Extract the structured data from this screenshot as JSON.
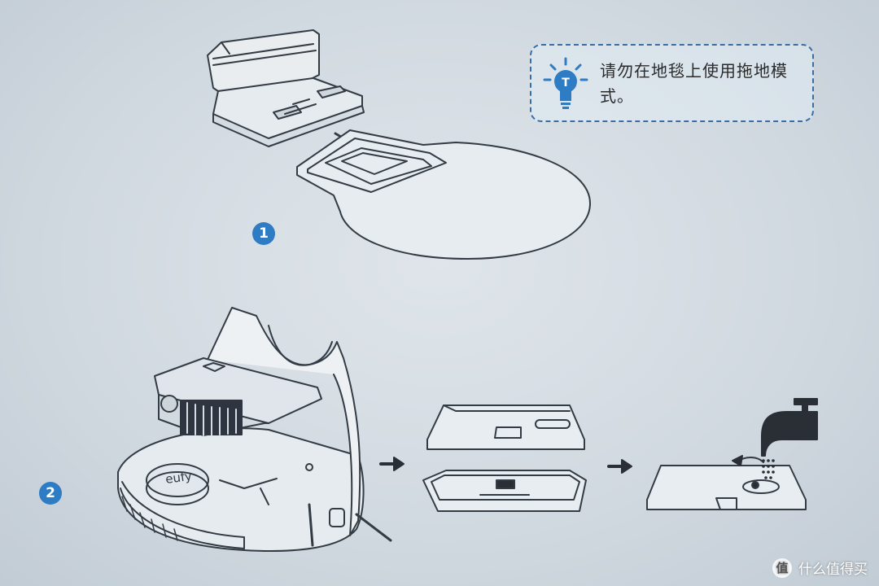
{
  "tip": {
    "icon": "lightbulb-icon",
    "icon_letter": "T",
    "text": "请勿在地毯上使用拖地模式。"
  },
  "steps": [
    {
      "number": "1"
    },
    {
      "number": "2"
    }
  ],
  "robot_logo_text": "eufy",
  "watermark": {
    "icon_text": "值",
    "text": "什么值得买"
  },
  "colors": {
    "line": "#333b44",
    "accent_blue": "#2d7cc4",
    "background": "#d6dde3"
  }
}
